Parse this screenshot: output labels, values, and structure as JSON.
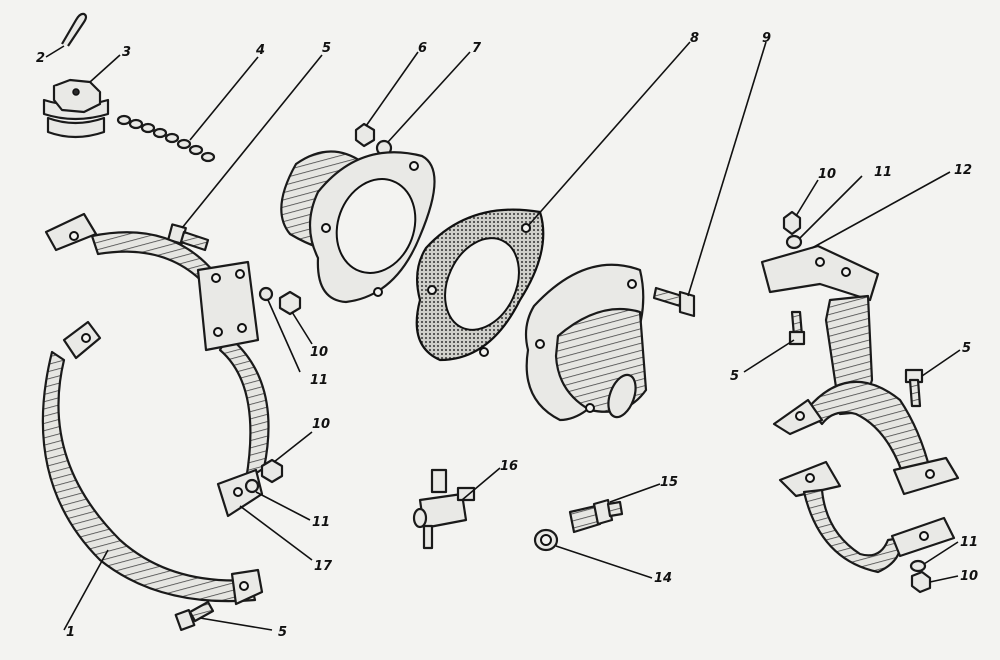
{
  "labels": {
    "l1": "1",
    "l2": "2",
    "l3": "3",
    "l4": "4",
    "l5a": "5",
    "l6": "6",
    "l7": "7",
    "l8": "8",
    "l9": "9",
    "l10a": "10",
    "l11a": "11",
    "l10b": "10",
    "l11b": "11",
    "l17": "17",
    "l5b": "5",
    "l16": "16",
    "l15": "15",
    "l14": "14",
    "l10c": "10",
    "l11c": "11",
    "l12": "12",
    "l5c": "5",
    "l5d": "5",
    "l11d": "11",
    "l10d": "10"
  }
}
